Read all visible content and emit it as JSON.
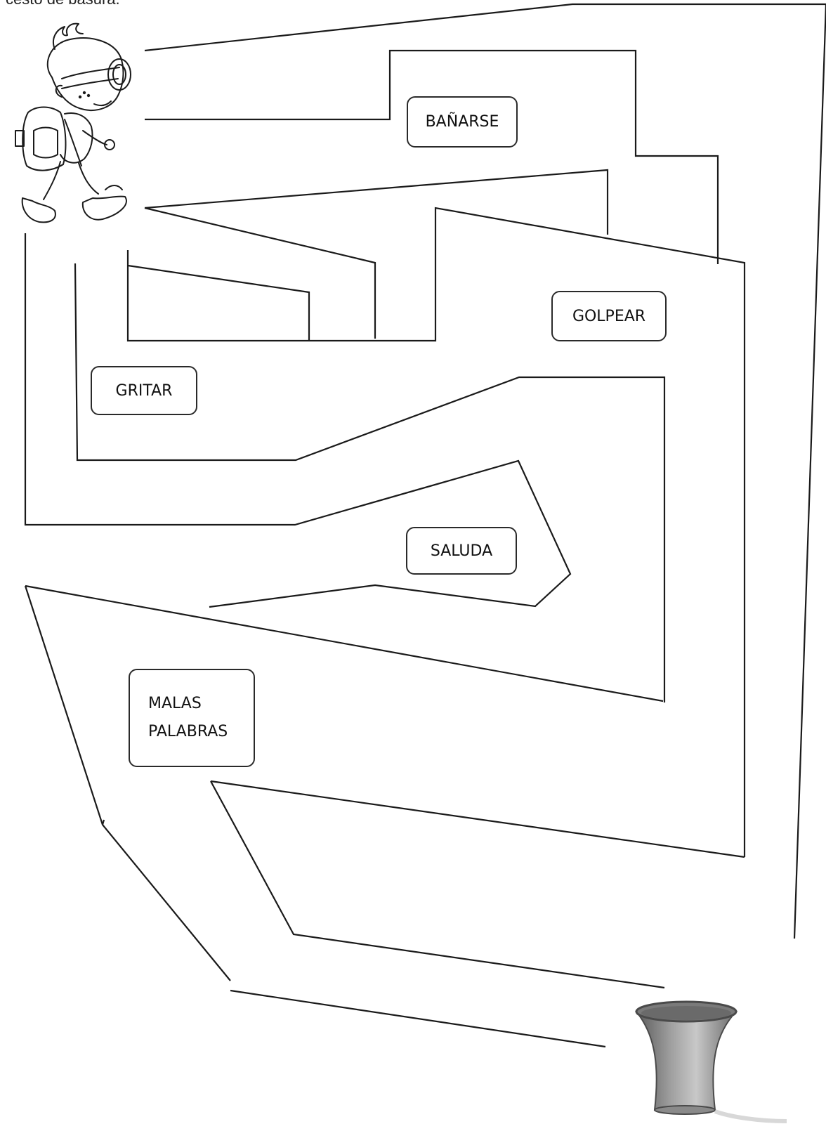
{
  "header": {
    "text": "cesto de basura."
  },
  "words": {
    "banarse": "BAÑARSE",
    "golpear": "GOLPEAR",
    "gritar": "GRITAR",
    "saluda": "SALUDA",
    "malas_line1": "MALAS",
    "malas_line2": "PALABRAS"
  },
  "illustrations": {
    "child": "child-with-backpack-icon",
    "basket": "wastebasket-icon"
  },
  "colors": {
    "line": "#1a1a1a",
    "basket_body": "#8a8a8a",
    "basket_light": "#c8c8c8",
    "basket_dark": "#5a5a5a"
  }
}
